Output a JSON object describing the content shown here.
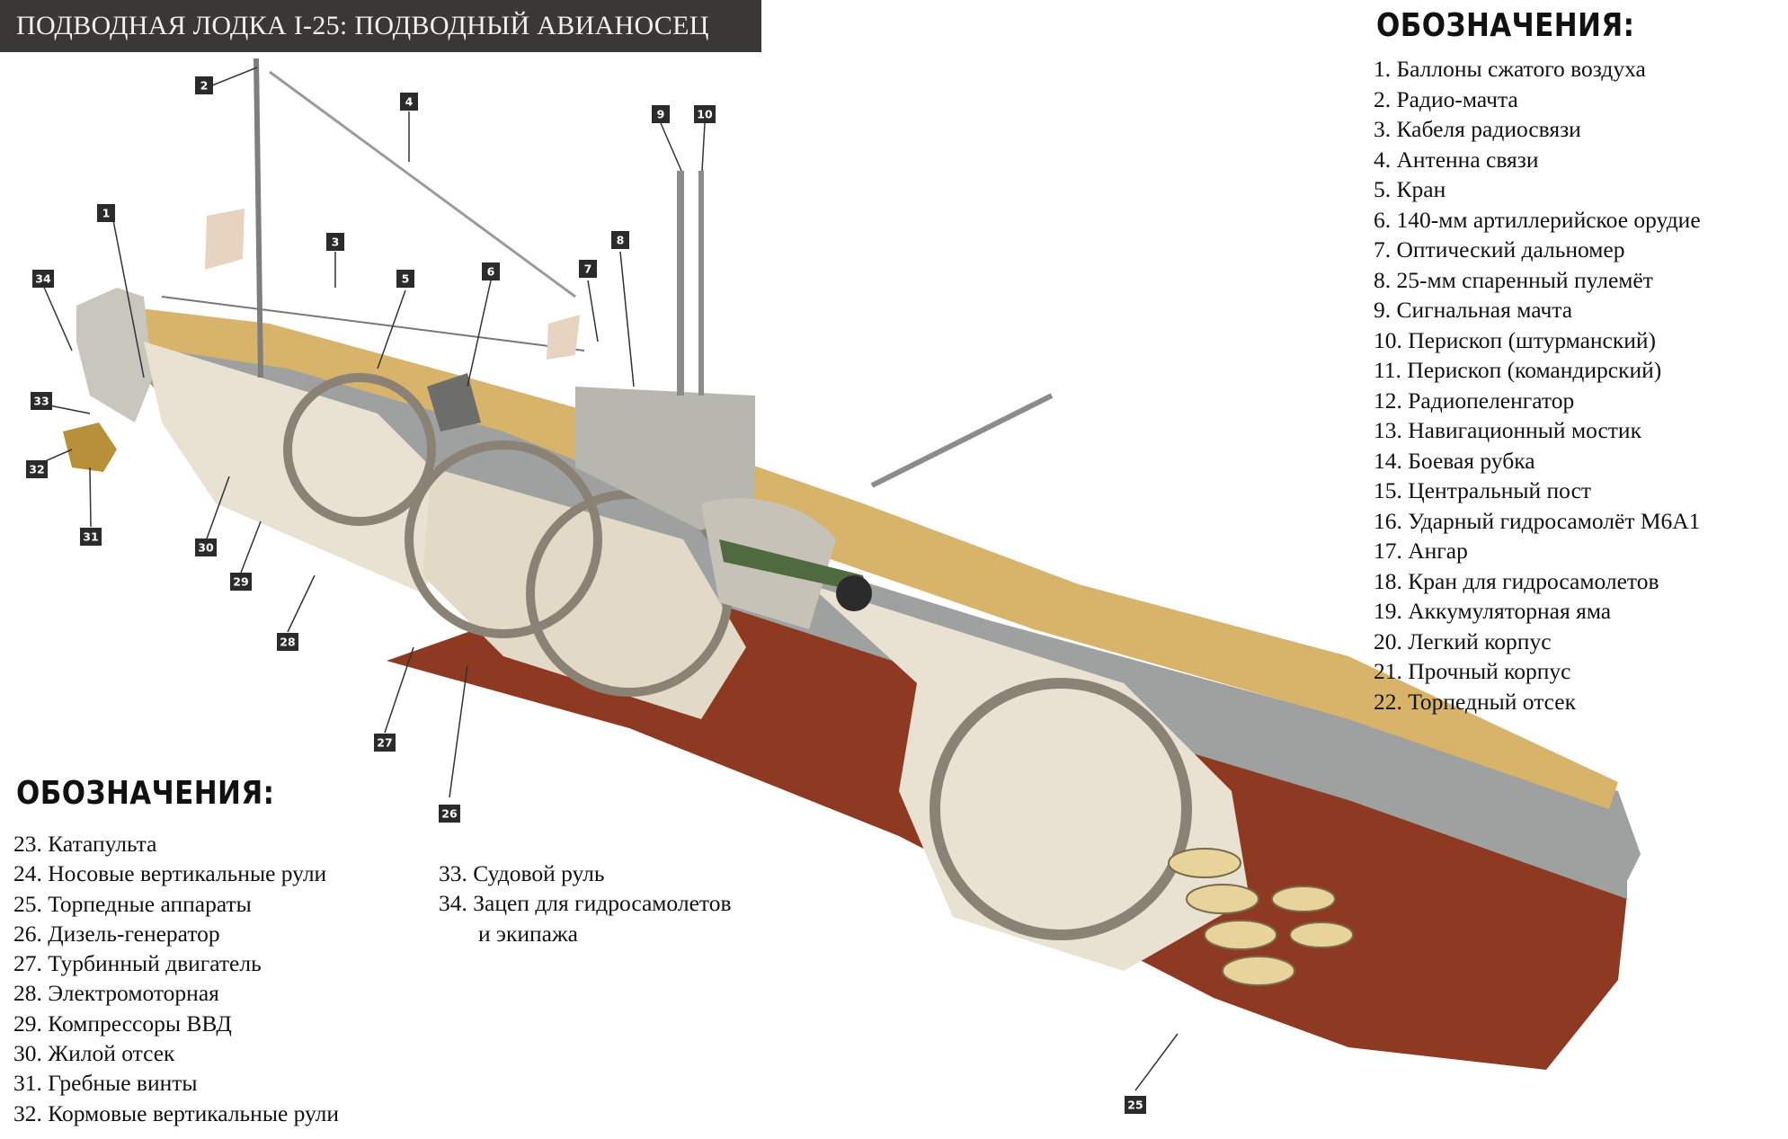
{
  "title": "ПОДВОДНАЯ ЛОДКА I-25: ПОДВОДНЫЙ АВИАНОСЕЦ",
  "legend_heading": "ОБОЗНАЧЕНИЯ:",
  "legend_right": [
    "1. Баллоны сжатого воздуха",
    "2. Радио-мачта",
    "3. Кабеля радиосвязи",
    "4. Антенна связи",
    "5. Кран",
    "6. 140-мм артиллерийское орудие",
    "7. Оптический дальномер",
    "8. 25-мм спаренный пулемёт",
    "9. Сигнальная мачта",
    "10. Перископ (штурманский)",
    "11. Перископ (командирский)",
    "12. Радиопеленгатор",
    "13. Навигационный мостик",
    "14. Боевая рубка",
    "15. Центральный пост",
    "16. Ударный гидросамолёт M6A1",
    "17. Ангар",
    "18. Кран для гидросамолетов",
    "19. Аккумуляторная яма",
    "20. Легкий корпус",
    "21. Прочный корпус",
    "22. Торпедный отсек"
  ],
  "legend_bottom_left": [
    "23. Катапульта",
    "24. Носовые вертикальные рули",
    "25. Торпедные аппараты",
    "26. Дизель-генератор",
    "27. Турбинный двигатель",
    "28. Электромоторная",
    "29. Компрессоры ВВД",
    "30. Жилой отсек",
    "31. Гребные винты",
    "32. Кормовые вертикальные рули"
  ],
  "legend_bottom_right": [
    "33. Судовой руль",
    "34. Зацеп для гидросамолетов",
    "и экипажа"
  ],
  "callouts": [
    "1",
    "2",
    "3",
    "4",
    "5",
    "6",
    "7",
    "8",
    "9",
    "10",
    "25",
    "26",
    "27",
    "28",
    "29",
    "30",
    "31",
    "32",
    "33",
    "34"
  ],
  "colors": {
    "title_bar": "#3a3836",
    "deck": "#d8b46a",
    "hull_gray": "#9ea1a0",
    "hull_light": "#c9c6bd",
    "hull_red": "#8e3a22",
    "interior": "#e9e2d2",
    "callout_box": "#2b2b2b"
  }
}
